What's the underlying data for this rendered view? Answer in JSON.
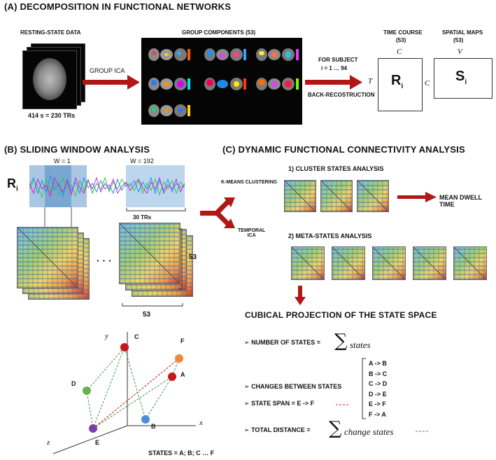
{
  "sections": {
    "a": "(A)  DECOMPOSITION IN FUNCTIONAL NETWORKS",
    "b": "(B)  SLIDING WINDOW ANALYSIS",
    "c": "(C)  DYNAMIC FUNCTIONAL CONNECTIVITY ANALYSIS"
  },
  "panel_a": {
    "resting_label": "RESTING-STATE DATA",
    "resting_caption": "414 s  =  230 TRs",
    "group_ica": "GROUP ICA",
    "group_components": "GROUP COMPONENTS (53)",
    "for_subject": "FOR SUBJECT",
    "subject_range": "i = 1 … 94",
    "back_reconstruction": "BACK-RECOSTRUCTION",
    "time_course": "TIME COURSE",
    "time_course_n": "(53)",
    "spatial_maps": "SPATIAL MAPS",
    "spatial_maps_n": "(53)",
    "c_top": "C",
    "v_top": "V",
    "t_side": "T",
    "c_side": "C",
    "r_matrix": "R",
    "s_matrix": "S",
    "subscript": "i"
  },
  "panel_b": {
    "r_label": "R",
    "r_sub": "i",
    "w1": "W = 1",
    "w192": "W = 192",
    "trs": "30 TRs",
    "dots": "· · ·",
    "dim_right": "53",
    "dim_bottom": "53"
  },
  "panel_c": {
    "kmeans": "K-MEANS CLUSTERING",
    "temporal_ica": "TEMPORAL\nICA",
    "cluster_title": "1) CLUSTER STATES ANALYSIS",
    "meta_title": "2) META-STATES ANALYSIS",
    "mean_dwell": "MEAN DWELL TIME",
    "cubical_title": "CUBICAL PROJECTION OF THE STATE SPACE",
    "number_states": "NUMBER OF STATES =",
    "sum_states": "states",
    "changes": "CHANGES BETWEEN STATES",
    "transitions": [
      "A -> B",
      "B -> C",
      "C -> D",
      "D -> E",
      "E -> F",
      "F -> A"
    ],
    "span": "STATE SPAN = E -> F",
    "total_distance": "TOTAL DISTANCE  =",
    "sum_change": "change states"
  },
  "state_space": {
    "axis_x": "x",
    "axis_y": "y",
    "axis_z": "z",
    "points": [
      {
        "label": "A",
        "color": "#c8161d"
      },
      {
        "label": "B",
        "color": "#4a90d9"
      },
      {
        "label": "C",
        "color": "#c8161d"
      },
      {
        "label": "D",
        "color": "#6ab04c"
      },
      {
        "label": "E",
        "color": "#7a3ea8"
      },
      {
        "label": "F",
        "color": "#f0883a"
      }
    ],
    "caption": "STATES = A; B; C … F"
  },
  "colors": {
    "arrow": "#b01818",
    "dashed_green": "#3a9a4a",
    "dashed_red": "#d23030"
  }
}
